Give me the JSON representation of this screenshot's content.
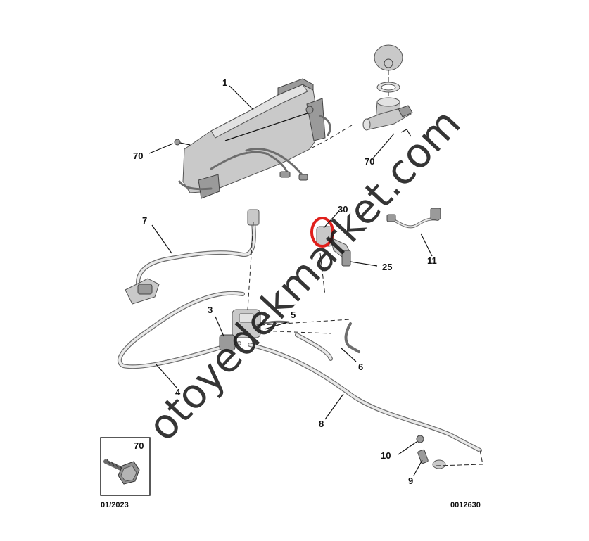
{
  "callouts": {
    "c1": "1",
    "c70a": "70",
    "c70b": "70",
    "c30": "30",
    "c25": "25",
    "c7": "7",
    "c11": "11",
    "c3": "3",
    "c5": "5",
    "c6": "6",
    "c4": "4",
    "c8": "8",
    "c10": "10",
    "c9": "9"
  },
  "inset": {
    "label": "70"
  },
  "footer": {
    "date": "01/2023",
    "ref": "0012630"
  },
  "watermark": "otoyedekmarket.com",
  "highlight_color": "#e0201c"
}
